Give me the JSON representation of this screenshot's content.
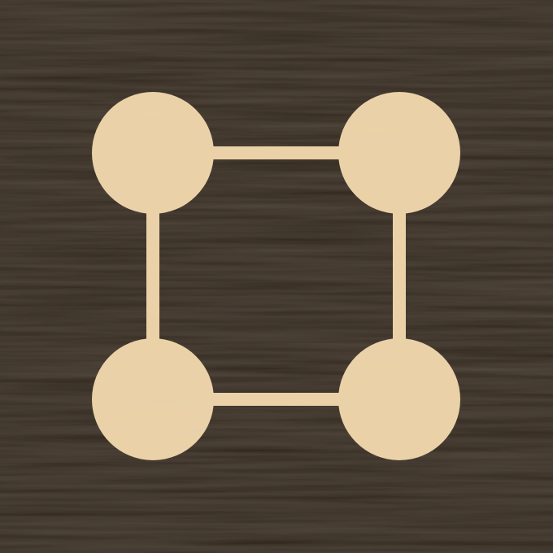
{
  "game": {
    "board": {
      "background_color": "#2f241c",
      "background_texture": "dark-wood-grain",
      "piece_color": "#ecd2a6",
      "piece_texture": "light-wood-grain"
    },
    "nodes": [
      {
        "id": "top-left",
        "row": 0,
        "col": 0
      },
      {
        "id": "top-right",
        "row": 0,
        "col": 1
      },
      {
        "id": "bottom-left",
        "row": 1,
        "col": 0
      },
      {
        "id": "bottom-right",
        "row": 1,
        "col": 1
      }
    ],
    "connections": [
      {
        "id": "top",
        "from": "top-left",
        "to": "top-right"
      },
      {
        "id": "left",
        "from": "top-left",
        "to": "bottom-left"
      },
      {
        "id": "right",
        "from": "top-right",
        "to": "bottom-right"
      },
      {
        "id": "bottom",
        "from": "bottom-left",
        "to": "bottom-right"
      }
    ]
  }
}
